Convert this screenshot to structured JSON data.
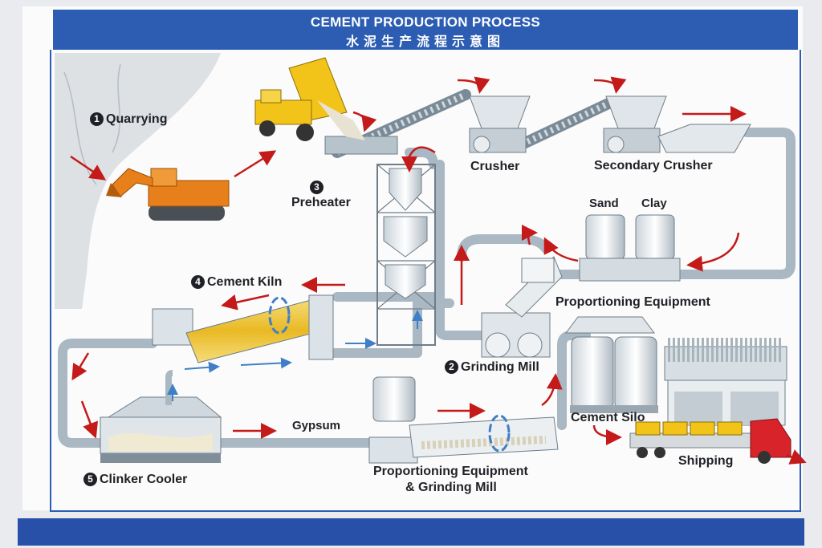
{
  "header": {
    "title_en": "CEMENT PRODUCTION PROCESS",
    "title_cn": "水泥生产流程示意图"
  },
  "steps": [
    {
      "number": "1",
      "label": "Quarrying"
    },
    {
      "number": "2",
      "label": "Grinding Mill"
    },
    {
      "number": "3",
      "label": "Preheater"
    },
    {
      "number": "4",
      "label": "Cement Kiln"
    },
    {
      "number": "5",
      "label": "Clinker Cooler"
    }
  ],
  "labels": {
    "crusher": "Crusher",
    "secondary_crusher": "Secondary Crusher",
    "sand": "Sand",
    "clay": "Clay",
    "proportioning_equipment": "Proportioning Equipment",
    "gypsum": "Gypsum",
    "prop_grinding_line1": "Proportioning Equipment",
    "prop_grinding_line2": "& Grinding Mill",
    "cement_silo": "Cement Silo",
    "shipping": "Shipping"
  },
  "colors": {
    "header_blue": "#2c5db3",
    "pipe": "#a9b8c3",
    "arrow_red": "#c41a1a",
    "machine_orange": "#e77f1a",
    "truck_yellow": "#f2c41a",
    "kiln_yellow": "#f0cf4a"
  }
}
